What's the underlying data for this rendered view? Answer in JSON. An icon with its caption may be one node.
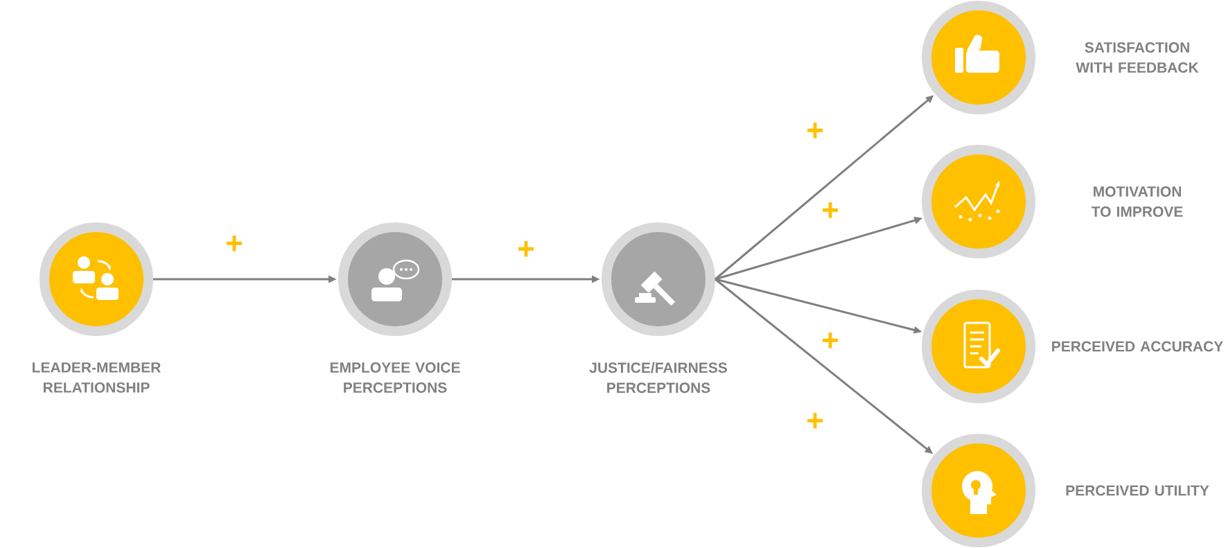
{
  "diagram": {
    "nodes": [
      {
        "text": [
          "LEADER-MEMBER RELATIONSHIP"
        ]
      },
      {
        "text": [
          "EMPLOYEE VOICE PERCEPTIONS"
        ]
      },
      {
        "text": [
          "JUSTICE/FAIRNESS PERCEPTIONS"
        ]
      },
      {
        "text": [
          "SATISFACTION WITH FEEDBACK"
        ]
      },
      {
        "text": [
          "MOTIVATION TO IMPROVE"
        ]
      },
      {
        "text": [
          "PERCEIVED ACCURACY"
        ]
      },
      {
        "text": [
          "PERCEIVED UTILITY"
        ]
      }
    ],
    "edges": [
      {
        "from": 0,
        "to": 1,
        "arrow": "to",
        "label": "+"
      },
      {
        "from": 1,
        "to": 2,
        "arrow": "to",
        "label": "+"
      },
      {
        "from": 2,
        "to": 3,
        "arrow": "to",
        "label": "+"
      },
      {
        "from": 2,
        "to": 4,
        "arrow": "to",
        "label": "+"
      },
      {
        "from": 2,
        "to": 5,
        "arrow": "to",
        "label": "+"
      },
      {
        "from": 2,
        "to": 6,
        "arrow": "to",
        "label": "+"
      }
    ]
  }
}
